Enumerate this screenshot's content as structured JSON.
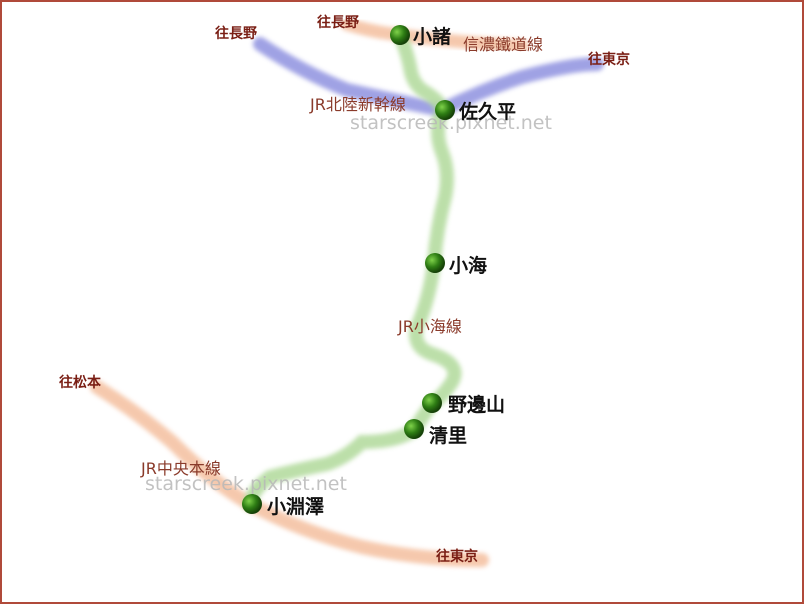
{
  "colors": {
    "border": "#b04a3a",
    "line_green": "#b5dca0",
    "line_blue": "#8f92e0",
    "line_orange": "#f4bf9f",
    "station": "#2e7d14",
    "station_label": "#111111",
    "direction_label": "#7a1e14",
    "line_label": "#8a3a2a",
    "watermark": "#b8b8b8"
  },
  "stations": {
    "komoro": "小諸",
    "sakudaira": "佐久平",
    "koumi": "小海",
    "nobeyama": "野邊山",
    "kiyosato": "清里",
    "kobuchizawa": "小淵澤"
  },
  "lines": {
    "shinano": "信濃鐵道線",
    "hokuriku": "JR北陸新幹線",
    "koumi": "JR小海線",
    "chuo": "JR中央本線"
  },
  "directions": {
    "nagano_1": "往長野",
    "nagano_2": "往長野",
    "tokyo_1": "往東京",
    "matsumoto": "往松本",
    "tokyo_2": "往東京"
  },
  "watermark": {
    "text_1": "starscreek.pixnet.net",
    "text_2": "starscreek.pixnet.net"
  }
}
